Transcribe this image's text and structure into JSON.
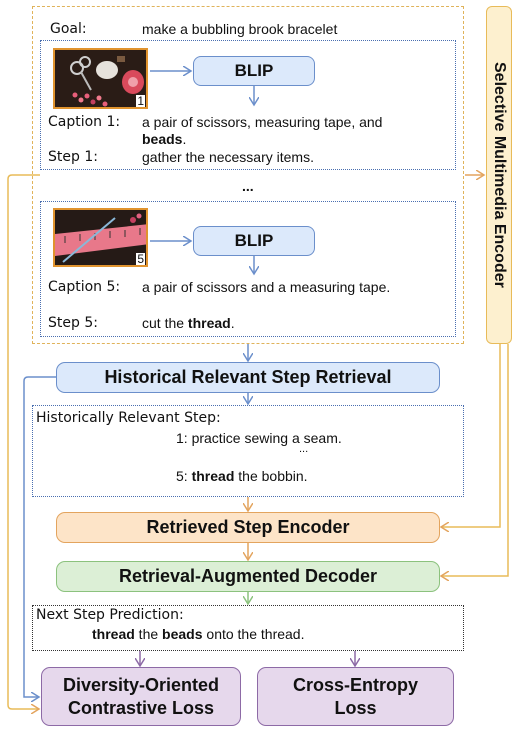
{
  "goal": {
    "label": "Goal:",
    "value": "make a bubbling brook bracelet"
  },
  "blip_label": "BLIP",
  "step_block_1": {
    "image_number": "1",
    "caption_label": "Caption 1:",
    "caption_line1": "a pair of scissors, measuring tape, and",
    "caption_bold": "beads",
    "caption_end": ".",
    "step_label": "Step 1:",
    "step_text": "gather the necessary items."
  },
  "ellipsis": "...",
  "step_block_5": {
    "image_number": "5",
    "caption_label": "Caption 5:",
    "caption_text": "a pair of scissors and a measuring tape.",
    "step_label": "Step 5:",
    "step_pre": "cut the ",
    "step_bold": "thread",
    "step_end": "."
  },
  "encoder_label": "Selective Multimedia Encoder",
  "retrieval_box": "Historical Relevant Step Retrieval",
  "relevant": {
    "label": "Historically Relevant Step:",
    "item1": "1: practice sewing a seam.",
    "dots": "...",
    "item5_pre": "5: ",
    "item5_bold": "thread",
    "item5_end": " the bobbin."
  },
  "retrieved_encoder": "Retrieved Step Encoder",
  "decoder": "Retrieval-Augmented Decoder",
  "prediction": {
    "label": "Next Step Prediction:",
    "bold1": "thread",
    "mid": " the ",
    "bold2": "beads",
    "end": " onto the thread."
  },
  "loss1": {
    "line1": "Diversity-Oriented",
    "line2": "Contrastive Loss"
  },
  "loss2": {
    "line1": "Cross-Entropy",
    "line2": "Loss"
  },
  "colors": {
    "blue": "#6b8fcb",
    "orange": "#e3a45e",
    "green": "#8cc27e",
    "purple": "#8d6aa6",
    "gold": "#e8bb59"
  }
}
